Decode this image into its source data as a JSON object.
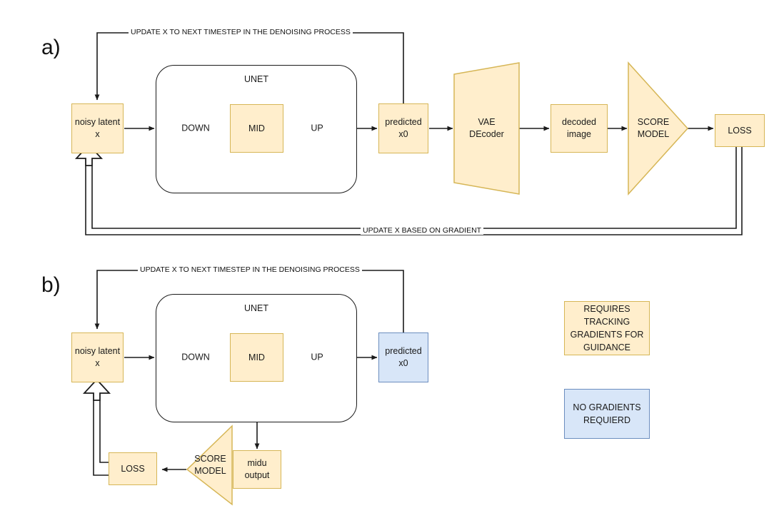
{
  "figure": {
    "panels": [
      {
        "id": "a",
        "label": "a)",
        "top_edge_label": "UPDATE X TO NEXT TIMESTEP IN THE DENOISING PROCESS",
        "bottom_edge_label": "UPDATE X BASED ON GRADIENT",
        "nodes": {
          "noisy_latent": "noisy latent\nx",
          "noisy_latent_line1": "noisy latent",
          "noisy_latent_line2": "x",
          "unet_title": "UNET",
          "down": "DOWN",
          "mid": "MID",
          "up": "UP",
          "predicted_line1": "predicted",
          "predicted_line2": "x0",
          "vae_line1": "VAE",
          "vae_line2": "DEcoder",
          "decoded_line1": "decoded",
          "decoded_line2": "image",
          "score_line1": "SCORE",
          "score_line2": "MODEL",
          "loss": "LOSS"
        }
      },
      {
        "id": "b",
        "label": "b)",
        "top_edge_label": "UPDATE X TO NEXT TIMESTEP IN THE DENOISING PROCESS",
        "nodes": {
          "noisy_latent_line1": "noisy latent",
          "noisy_latent_line2": "x",
          "unet_title": "UNET",
          "down": "DOWN",
          "mid": "MID",
          "up": "UP",
          "predicted_line1": "predicted",
          "predicted_line2": "x0",
          "midu_line1": "midu",
          "midu_line2": "output",
          "score_line1": "SCORE",
          "score_line2": "MODEL",
          "loss": "LOSS"
        }
      }
    ],
    "legend": [
      {
        "id": "requires-gradients",
        "line1": "REQUIRES",
        "line2": "TRACKING",
        "line3": "GRADIENTS FOR",
        "line4": "GUIDANCE",
        "style": "yellow"
      },
      {
        "id": "no-gradients",
        "line1": "NO GRADIENTS",
        "line2": "REQUIERD",
        "style": "blue"
      }
    ],
    "colors": {
      "yellow_fill": "#ffeecc",
      "yellow_stroke": "#d6b656",
      "blue_fill": "#d8e6f8",
      "blue_stroke": "#6c8ebf",
      "wire": "#1b1b1b",
      "background": "#ffffff"
    }
  }
}
